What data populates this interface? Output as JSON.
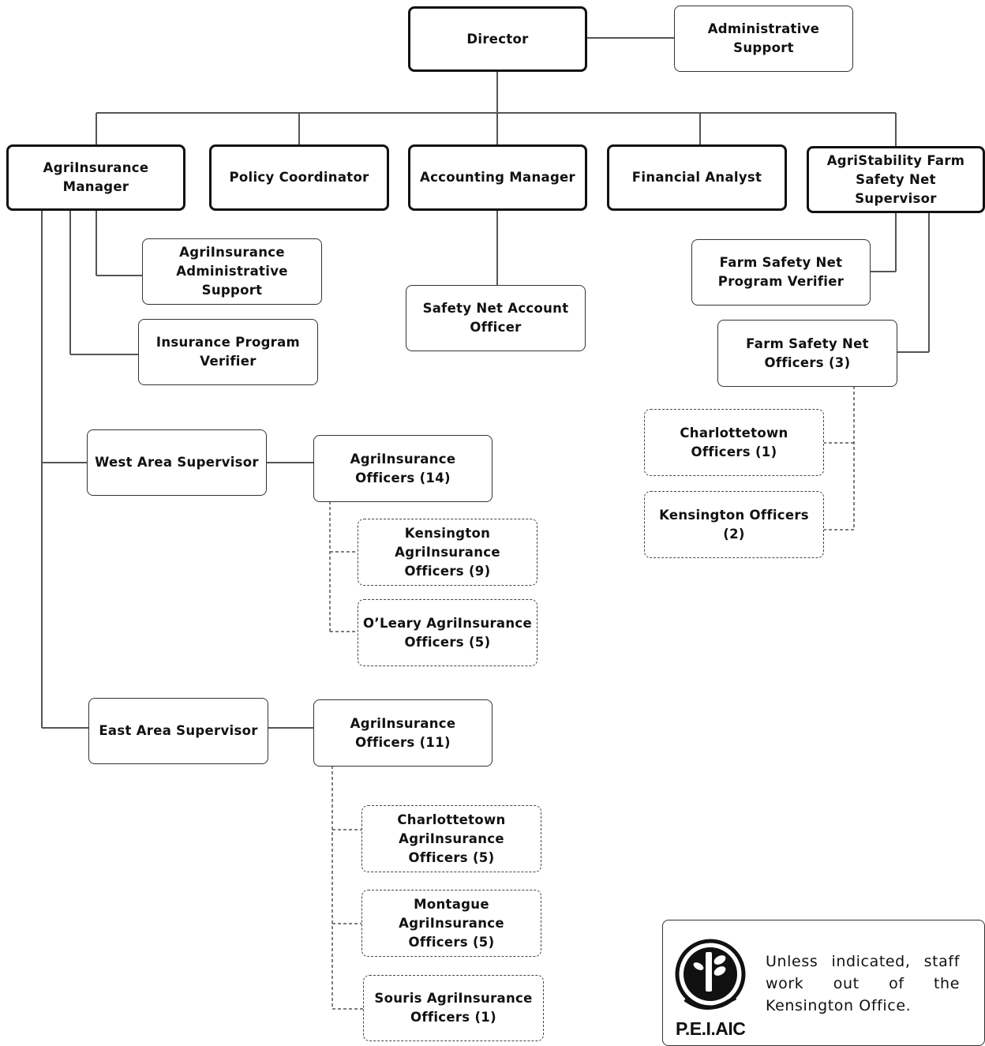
{
  "nodes": {
    "director": "Director",
    "admin_support": "Administrative Support",
    "agriinsurance_manager": "AgriInsurance Manager",
    "policy_coordinator": "Policy Coordinator",
    "accounting_manager": "Accounting Manager",
    "financial_analyst": "Financial Analyst",
    "agristability_supervisor": "AgriStability Farm Safety Net Supervisor",
    "agriinsurance_admin_support": "AgriInsurance Administrative Support",
    "insurance_program_verifier": "Insurance Program Verifier",
    "safety_net_account_officer": "Safety Net Account Officer",
    "farm_safety_net_program_verifier": "Farm Safety Net Program Verifier",
    "farm_safety_net_officers": "Farm Safety Net Officers (3)",
    "charlottetown_officers": "Charlottetown Officers (1)",
    "kensington_officers": "Kensington Officers (2)",
    "west_area_supervisor": "West Area Supervisor",
    "west_agriinsurance_officers": "AgriInsurance Officers (14)",
    "kensington_agriinsurance_officers": "Kensington AgriInsurance Officers (9)",
    "oleary_agriinsurance_officers": "O’Leary AgriInsurance Officers (5)",
    "east_area_supervisor": "East Area Supervisor",
    "east_agriinsurance_officers": "AgriInsurance Officers (11)",
    "charlottetown_agriinsurance_officers": "Charlottetown AgriInsurance Officers (5)",
    "montague_agriinsurance_officers": "Montague AgriInsurance Officers (5)",
    "souris_agriinsurance_officers": "Souris AgriInsurance Officers (1)"
  },
  "legend": {
    "logo_icon": "peiaic-leaf-hand-logo",
    "logo_text": "P.E.I.AIC",
    "note": "Unless indicated, staff work out of the Kensington Office."
  },
  "colors": {
    "line": "#555555",
    "border": "#333333",
    "text": "#111111"
  }
}
